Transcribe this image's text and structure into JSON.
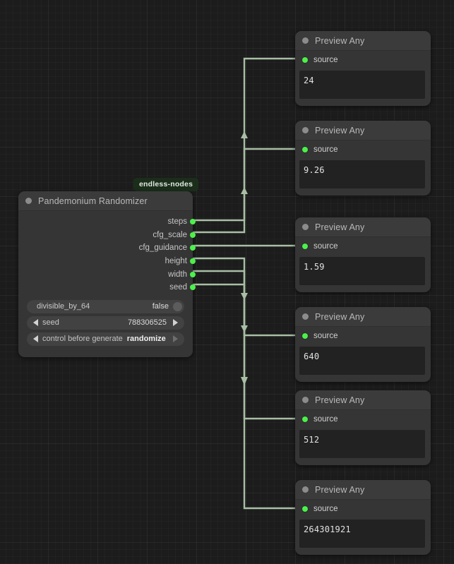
{
  "app": {
    "name": "node-graph-editor",
    "background_color": "#1c1c1c",
    "wire_color": "#a8bfa5",
    "slot_color": "#4cf04c"
  },
  "badge": {
    "label": "endless-nodes",
    "color": "#1b2e1b"
  },
  "randomizer_node": {
    "title": "Pandemonium Randomizer",
    "outputs": [
      {
        "label": "steps"
      },
      {
        "label": "cfg_scale"
      },
      {
        "label": "cfg_guidance"
      },
      {
        "label": "height"
      },
      {
        "label": "width"
      },
      {
        "label": "seed"
      }
    ],
    "widgets": [
      {
        "type": "toggle",
        "name": "divisible_by_64",
        "value": "false"
      },
      {
        "type": "number",
        "name": "seed",
        "value": "788306525"
      },
      {
        "type": "combo",
        "name": "control before generate",
        "value": "randomize"
      }
    ]
  },
  "preview_nodes": [
    {
      "title": "Preview Any",
      "input_label": "source",
      "value": "24"
    },
    {
      "title": "Preview Any",
      "input_label": "source",
      "value": "9.26"
    },
    {
      "title": "Preview Any",
      "input_label": "source",
      "value": "1.59"
    },
    {
      "title": "Preview Any",
      "input_label": "source",
      "value": "640"
    },
    {
      "title": "Preview Any",
      "input_label": "source",
      "value": "512"
    },
    {
      "title": "Preview Any",
      "input_label": "source",
      "value": "264301921"
    }
  ]
}
